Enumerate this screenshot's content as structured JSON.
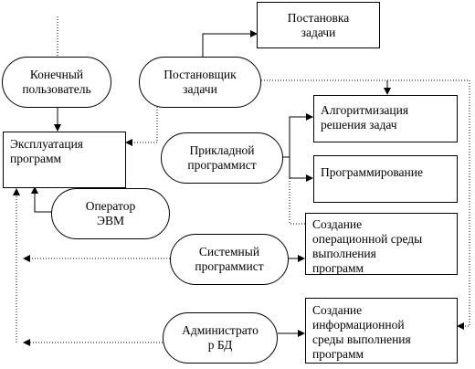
{
  "nodes": {
    "task_statement": "Постановка\nзадачи",
    "end_user": "Конечный\nпользователь",
    "task_setter": "Постановщик\nзадачи",
    "exploitation": "Эксплуатация\nпрограмм",
    "algorithmization": "Алгоритмизация\nрешения задач",
    "application_programmer": "Прикладной\nпрограммист",
    "programming": "Программирование",
    "computer_operator": "Оператор\nЭВМ",
    "operational_env": "Создание\nоперационной среды\nвыполнения\nпрограмм",
    "system_programmer": "Системный\nпрограммист",
    "info_env": "Создание\nинформационной\nсреды выполнения\nпрограмм",
    "db_admin": "Администрато\nр БД"
  }
}
